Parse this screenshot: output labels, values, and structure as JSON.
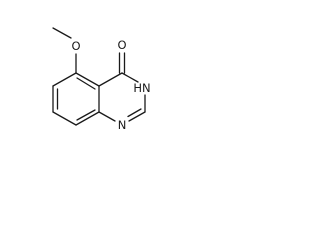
{
  "molecule": {
    "atoms": {
      "oxygen_methoxy": "O",
      "oxygen_carbonyl": "O",
      "nh_h": "H",
      "nh_n": "N",
      "nitrogen_ring": "N"
    }
  },
  "colors": {
    "bond": "#1a1a1a",
    "label": "#1a1a1a",
    "background": "#ffffff"
  }
}
